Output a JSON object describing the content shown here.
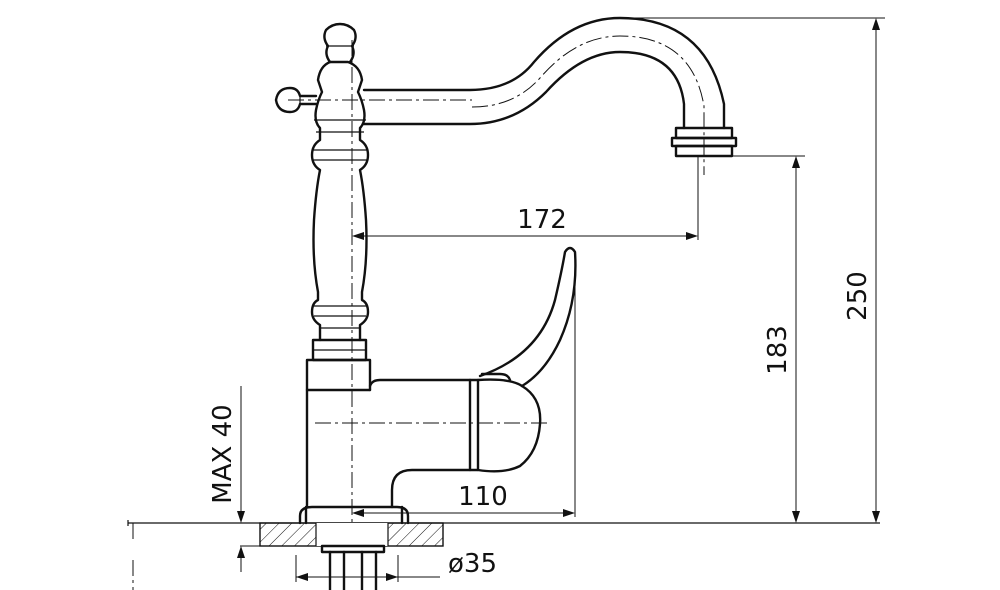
{
  "dimensions": {
    "spout_reach": "172",
    "total_height": "250",
    "spout_height": "183",
    "lever_reach": "110",
    "max_thickness": "MAX 40",
    "hole_diameter": "ø35"
  }
}
